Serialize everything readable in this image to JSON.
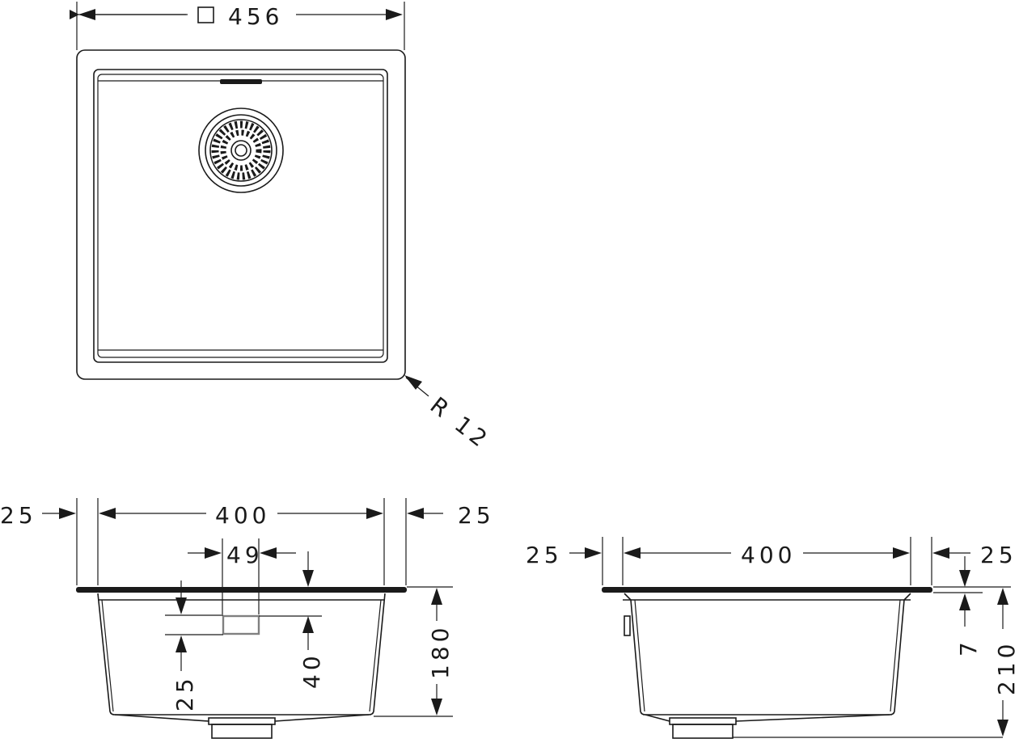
{
  "top_view": {
    "width_label": "456",
    "radius_label": "R 12"
  },
  "front_view": {
    "left_rim": "25",
    "inner_width": "400",
    "right_rim": "25",
    "overflow_width": "49",
    "depth": "180",
    "overflow_height": "40",
    "overflow_offset": "25"
  },
  "side_view": {
    "left_rim": "25",
    "inner_width": "400",
    "right_rim": "25",
    "rim_thickness": "7",
    "total_depth": "210"
  },
  "colors": {
    "line": "#1a1a1a",
    "overflow_outline": "#808080",
    "background": "#ffffff"
  }
}
